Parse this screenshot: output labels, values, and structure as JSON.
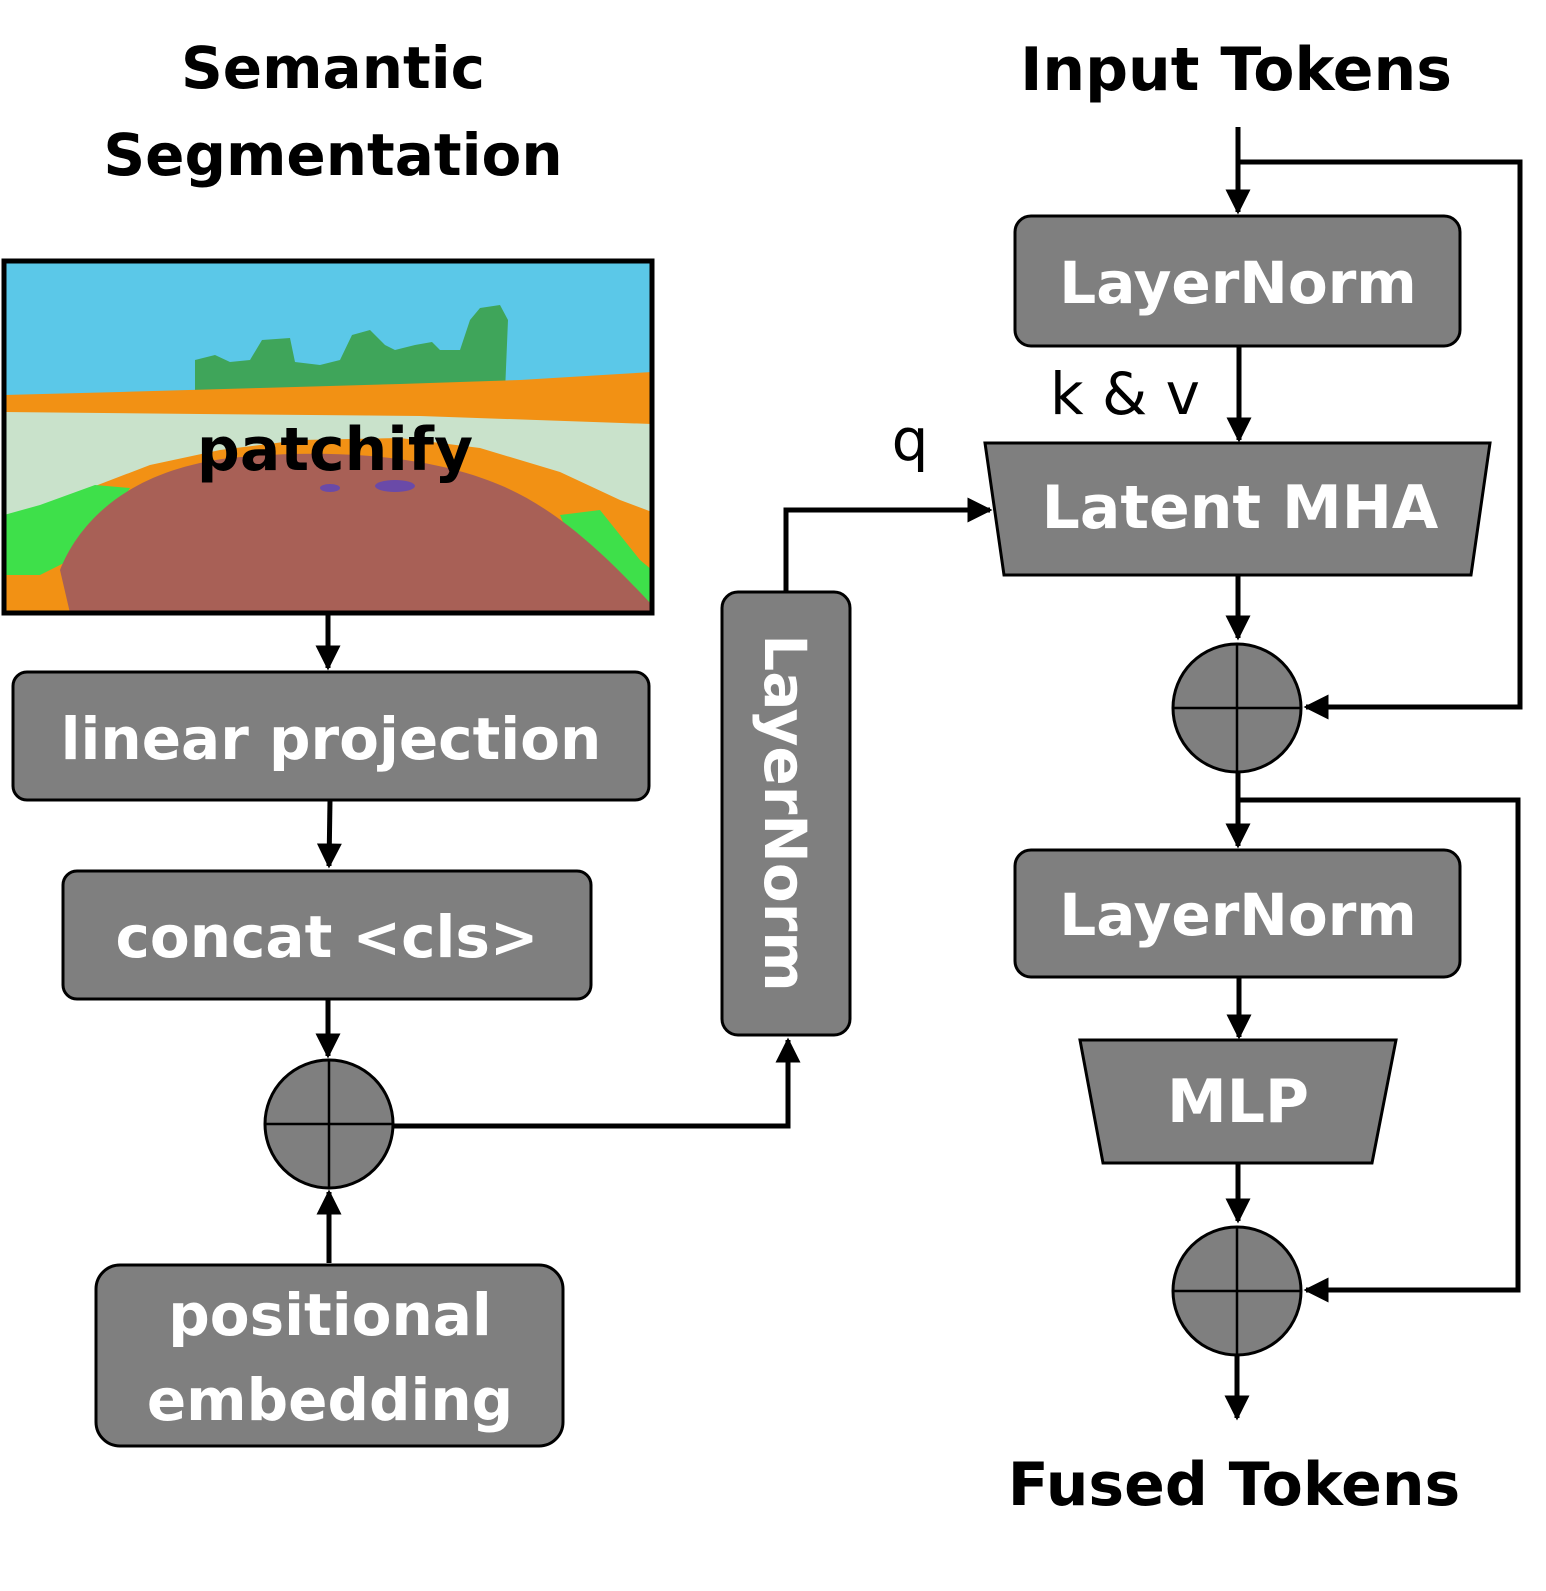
{
  "left_title": {
    "line1": "Semantic",
    "line2": "Segmentation"
  },
  "image_caption": "patchify",
  "left_column": {
    "linear_projection": "linear projection",
    "concat_cls": "concat <cls>",
    "positional_embedding": {
      "line1": "positional",
      "line2": "embedding"
    }
  },
  "middle": {
    "layernorm": "LayerNorm"
  },
  "right_column": {
    "input_title": "Input Tokens",
    "layernorm_1": "LayerNorm",
    "kv_label": "k & v",
    "q_label": "q",
    "latent_mha": "Latent MHA",
    "layernorm_2": "LayerNorm",
    "mlp": "MLP",
    "output_title": "Fused Tokens"
  },
  "colors": {
    "box_fill": "#7f7f7f",
    "sky": "#5bc8e8",
    "road": "#a86056",
    "orange": "#f29114",
    "vegetation": "#3fa55a",
    "bright_green": "#3ee04a",
    "bridge": "#c9e2cb"
  }
}
